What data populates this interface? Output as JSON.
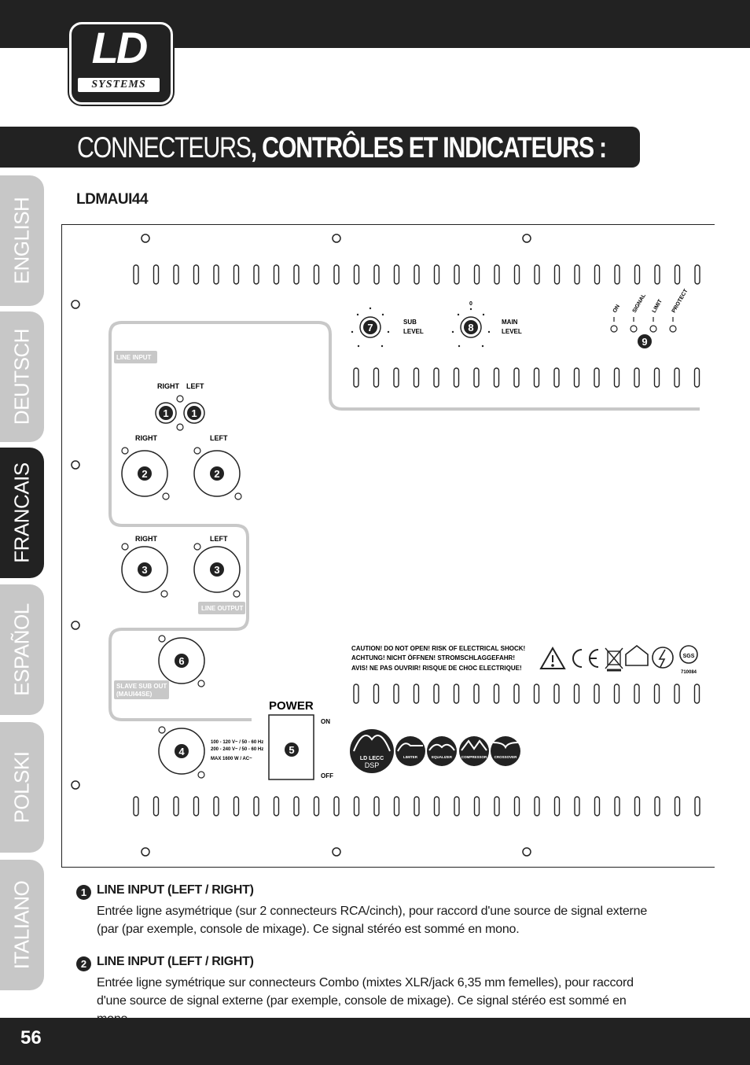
{
  "header": {
    "brand_main": "LD",
    "brand_sub": "SYSTEMS"
  },
  "title": {
    "light": "CONNECTEURS",
    "bold": ", CONTRÔLES ET INDICATEURS :"
  },
  "language_tabs": [
    "ENGLISH",
    "DEUTSCH",
    "FRANCAIS",
    "ESPAÑOL",
    "POLSKI",
    "ITALIANO"
  ],
  "active_tab": "FRANCAIS",
  "model": "LDMAUI44",
  "panel": {
    "line_input_label": "LINE INPUT",
    "line_output_label": "LINE OUTPUT",
    "slave_label_1": "SLAVE SUB OUT",
    "slave_label_2": "(MAUI44SE)",
    "right": "RIGHT",
    "left": "LEFT",
    "sub_level_1": "SUB",
    "sub_level_2": "LEVEL",
    "main_level_1": "MAIN",
    "main_level_2": "LEVEL",
    "zero": "0",
    "leds": [
      "ON",
      "SIGNAL",
      "LIMIT",
      "PROTECT"
    ],
    "power": "POWER",
    "on": "ON",
    "off": "OFF",
    "mains_1": "100 - 120 V~ / 50 - 60 Hz",
    "mains_2": "200 - 240 V~ / 50 - 60 Hz",
    "mains_3": "MAX 1600 W  / AC~",
    "caution_1": "CAUTION! DO NOT OPEN! RISK OF ELECTRICAL SHOCK!",
    "caution_2": "ACHTUNG! NICHT ÖFFNEN! STROMSCHLAGGEFAHR!",
    "caution_3": "AVIS! NE PAS OUVRIR! RISQUE DE CHOC ELECTRIQUE!",
    "sgs": "SGS",
    "sgs_num": "710084",
    "dsp_1": "LD LECC",
    "dsp_2": "DSP",
    "dsp_features": [
      "LIMITER",
      "EQUALIZER",
      "COMPRESSOR",
      "CROSSOVER"
    ],
    "badges": [
      "1",
      "1",
      "2",
      "2",
      "3",
      "3",
      "6",
      "4",
      "5",
      "7",
      "8",
      "9"
    ]
  },
  "items": [
    {
      "num": "1",
      "heading": "LINE INPUT (LEFT / RIGHT)",
      "text": "Entrée ligne asymétrique (sur 2 connecteurs RCA/cinch), pour raccord d'une source de signal externe (par (par exemple, console de mixage). Ce signal stéréo est sommé en mono."
    },
    {
      "num": "2",
      "heading": "LINE INPUT (LEFT / RIGHT)",
      "text": "Entrée ligne symétrique sur connecteurs Combo (mixtes XLR/jack 6,35 mm femelles), pour raccord d'une source de signal externe (par exemple, console de mixage). Ce signal stéréo est sommé en mono."
    }
  ],
  "page_number": "56"
}
